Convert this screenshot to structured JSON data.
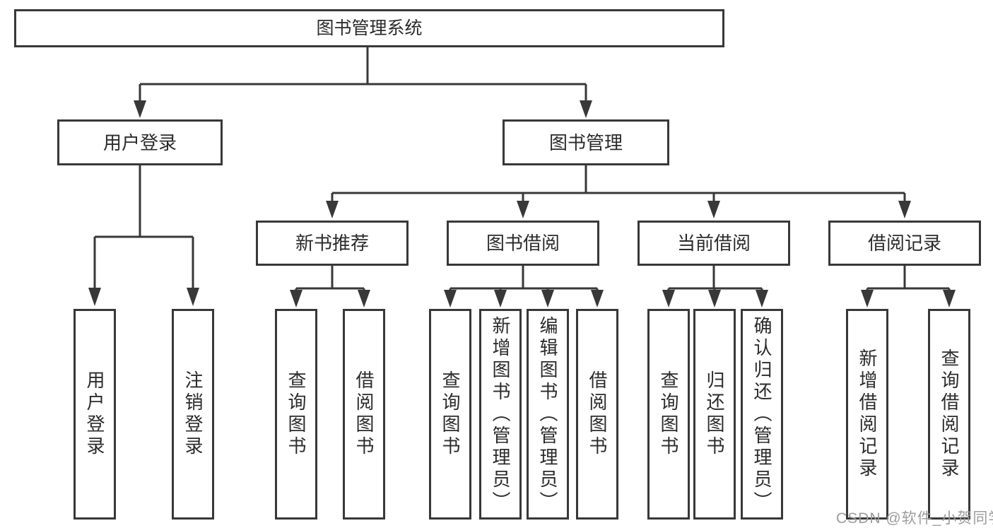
{
  "diagram": {
    "root": {
      "label": "图书管理系统"
    },
    "level2": [
      {
        "label": "用户登录"
      },
      {
        "label": "图书管理"
      }
    ],
    "level3": [
      {
        "label": "新书推荐"
      },
      {
        "label": "图书借阅"
      },
      {
        "label": "当前借阅"
      },
      {
        "label": "借阅记录"
      }
    ],
    "leaves": {
      "user_login": [
        {
          "label": "用户登录"
        },
        {
          "label": "注销登录"
        }
      ],
      "new_book_recommend": [
        {
          "label": "查询图书"
        },
        {
          "label": "借阅图书"
        }
      ],
      "book_borrowing": [
        {
          "label": "查询图书"
        },
        {
          "label": "新增图书（管理员）"
        },
        {
          "label": "编辑图书（管理员）"
        },
        {
          "label": "借阅图书"
        }
      ],
      "current_borrowing": [
        {
          "label": "查询图书"
        },
        {
          "label": "归还图书"
        },
        {
          "label": "确认归还（管理员）"
        }
      ],
      "borrowing_records": [
        {
          "label": "新增借阅记录"
        },
        {
          "label": "查询借阅记录"
        }
      ]
    }
  },
  "watermark": {
    "text": "CSDN @软件_小贺同学"
  },
  "colors": {
    "line": "#383838",
    "text": "#2b2b2b",
    "background": "#ffffff",
    "watermark": "#9c9c9c"
  }
}
